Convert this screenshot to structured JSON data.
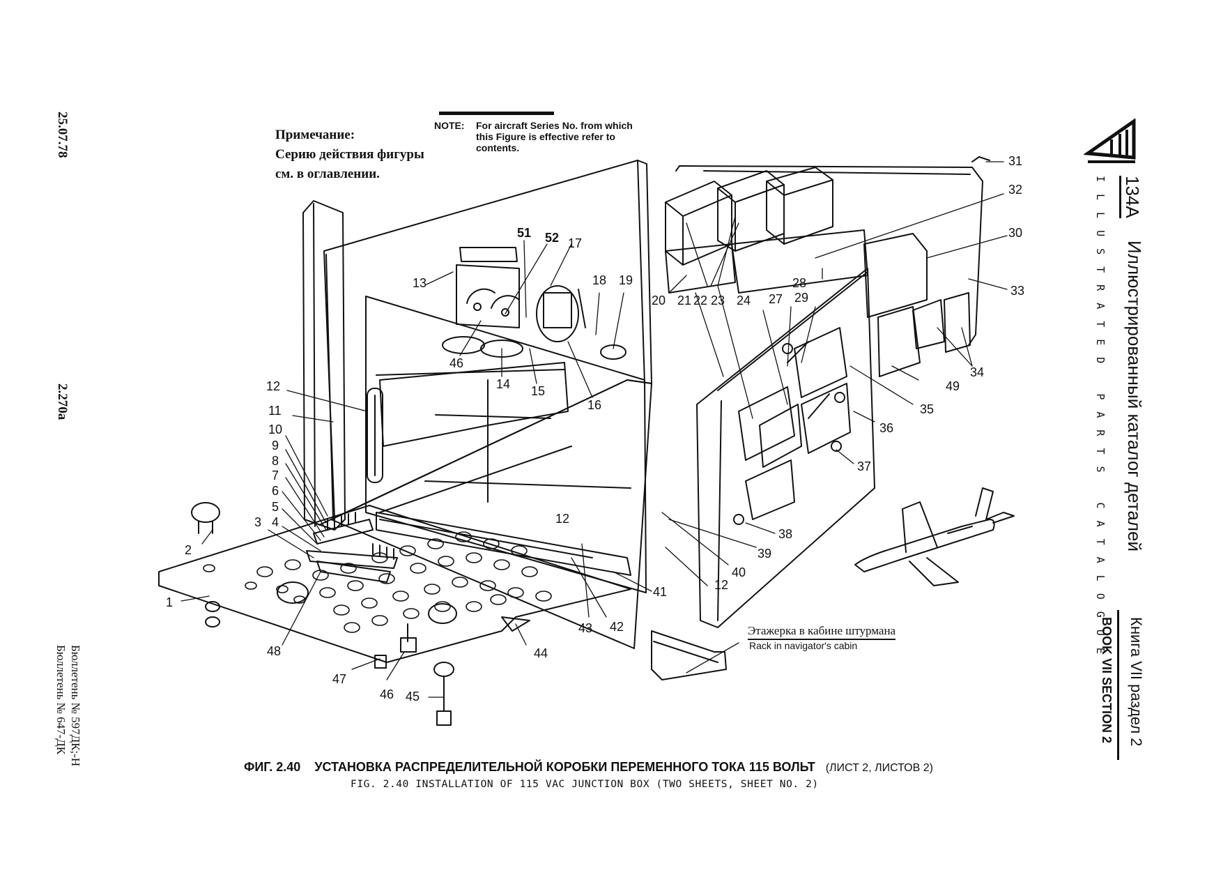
{
  "left_margin": {
    "date": "25.07.78",
    "page_number": "2.270a",
    "bulletin_1": "Бюллетень № 597ДК;-Н",
    "bulletin_2": "Бюллетень № 647-ДК"
  },
  "note_ru": {
    "line1": "Примечание:",
    "line2": "Серию действия фигуры",
    "line3": "см. в оглавлении."
  },
  "note_en": {
    "label": "NOTE:",
    "line1": "For aircraft Series No. from which",
    "line2": "this Figure is effective refer to",
    "line3": "contents."
  },
  "right_margin": {
    "model": "134A",
    "title_ru": "Иллюстрированный каталог деталей",
    "title_en": "ILLUSTRATED PARTS CATALOGUE",
    "book_ru": "Книга VII раздел 2",
    "book_en": "BOOK VII SECTION 2"
  },
  "rack_label": {
    "ru": "Этажерка в кабине штурмана",
    "en": "Rack in navigator's cabin"
  },
  "caption": {
    "ru_prefix": "ФИГ. 2.40",
    "ru_title": "УСТАНОВКА РАСПРЕДЕЛИТЕЛЬНОЙ КОРОБКИ ПЕРЕМЕННОГО ТОКА 115 ВОЛЬТ",
    "ru_sheet": "(ЛИСТ 2, ЛИСТОВ 2)",
    "en": "FIG. 2.40 INSTALLATION OF 115 VAC JUNCTION BOX (TWO SHEETS, SHEET NO. 2)"
  },
  "callouts": [
    "1",
    "2",
    "3",
    "4",
    "5",
    "6",
    "7",
    "8",
    "9",
    "10",
    "11",
    "12",
    "13",
    "14",
    "15",
    "16",
    "17",
    "18",
    "19",
    "20",
    "21",
    "22",
    "23",
    "24",
    "27",
    "28",
    "29",
    "30",
    "31",
    "32",
    "33",
    "34",
    "35",
    "36",
    "37",
    "38",
    "39",
    "40",
    "41",
    "42",
    "43",
    "44",
    "45",
    "46",
    "47",
    "48",
    "49",
    "51",
    "52"
  ]
}
